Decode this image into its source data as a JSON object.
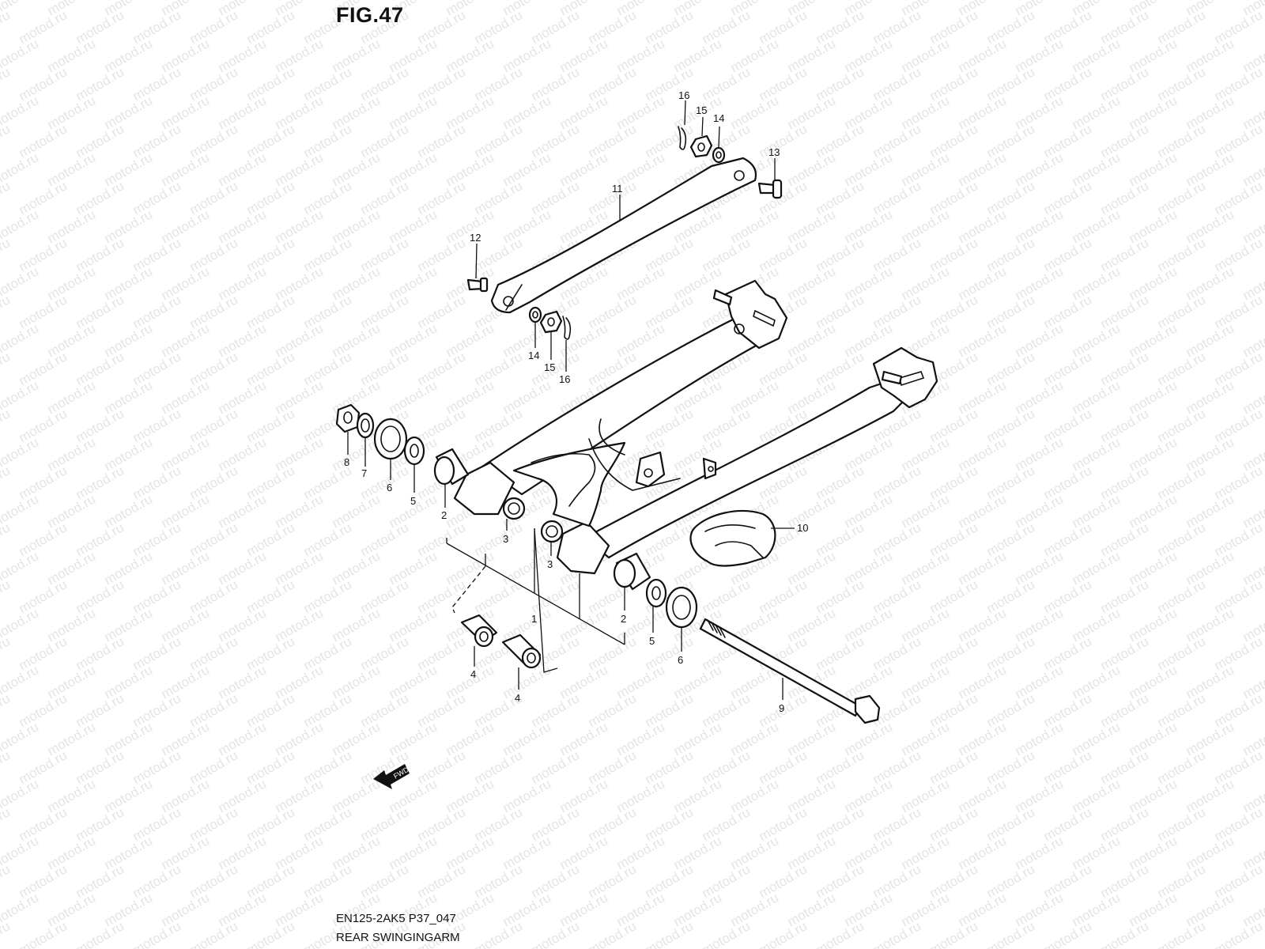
{
  "figure": {
    "title": "FIG.47",
    "code": "EN125-2AK5 P37_047",
    "name": "REAR SWINGINGARM"
  },
  "watermark": {
    "text": "motod.ru",
    "color": "#e4e4e4"
  },
  "fwd_label": "FWD",
  "callouts": {
    "c1": "1",
    "c2a": "2",
    "c2b": "2",
    "c3a": "3",
    "c3b": "3",
    "c4a": "4",
    "c4b": "4",
    "c5a": "5",
    "c5b": "5",
    "c6a": "6",
    "c6b": "6",
    "c7": "7",
    "c8": "8",
    "c9": "9",
    "c10": "10",
    "c11": "11",
    "c12": "12",
    "c13": "13",
    "c14a": "14",
    "c14b": "14",
    "c15a": "15",
    "c15b": "15",
    "c16a": "16",
    "c16b": "16"
  }
}
